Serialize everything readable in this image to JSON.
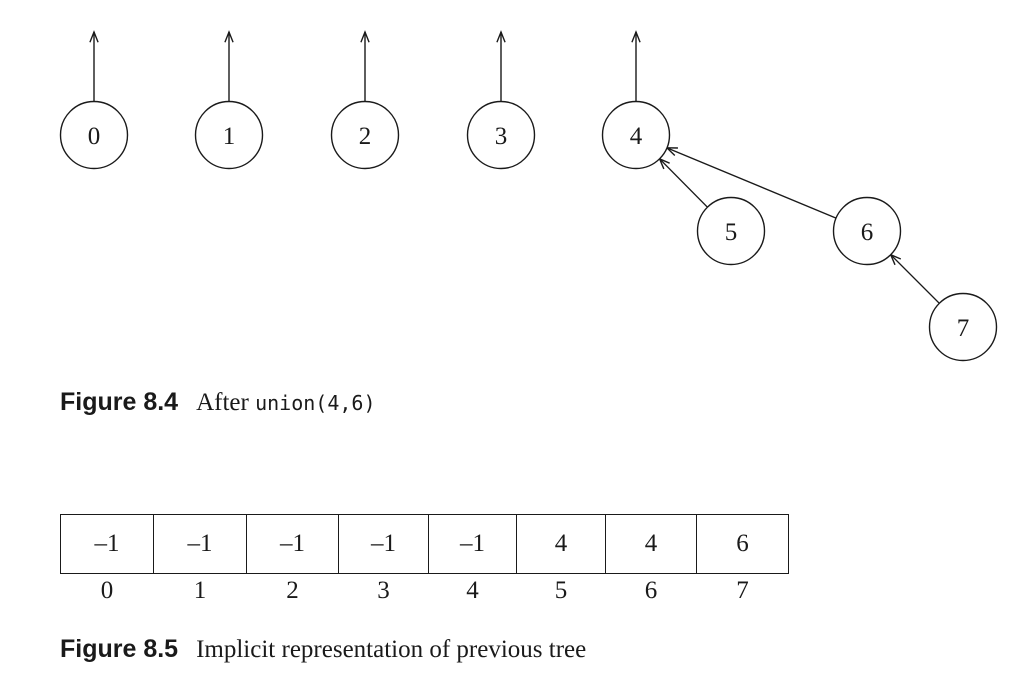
{
  "figure_8_4": {
    "number": "Figure 8.4",
    "caption_text": "After ",
    "caption_code": "union(4,6)",
    "nodes": [
      {
        "label": "0",
        "parent": null
      },
      {
        "label": "1",
        "parent": null
      },
      {
        "label": "2",
        "parent": null
      },
      {
        "label": "3",
        "parent": null
      },
      {
        "label": "4",
        "parent": null
      },
      {
        "label": "5",
        "parent": "4"
      },
      {
        "label": "6",
        "parent": "4"
      },
      {
        "label": "7",
        "parent": "6"
      }
    ]
  },
  "figure_8_5": {
    "number": "Figure 8.5",
    "caption_text": "Implicit representation of previous tree",
    "values": [
      "–1",
      "–1",
      "–1",
      "–1",
      "–1",
      "4",
      "4",
      "6"
    ],
    "indices": [
      "0",
      "1",
      "2",
      "3",
      "4",
      "5",
      "6",
      "7"
    ]
  }
}
